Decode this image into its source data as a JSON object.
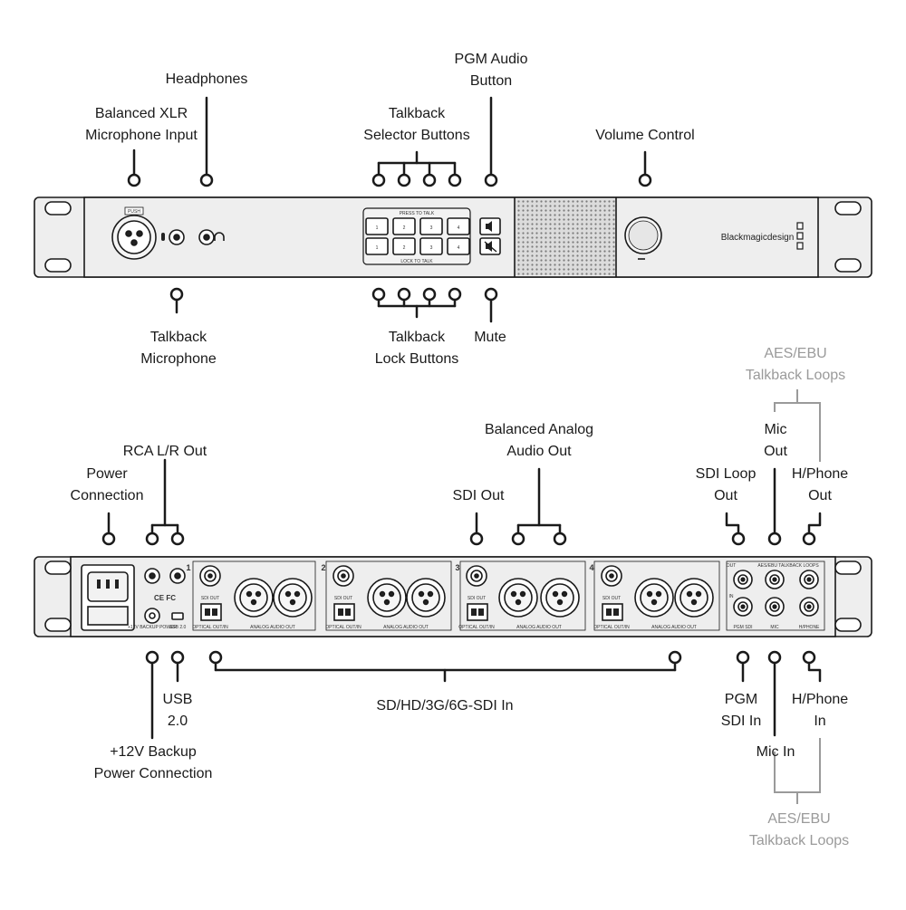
{
  "front_panel": {
    "labels": {
      "headphones": "Headphones",
      "balanced_xlr": "Balanced XLR\nMicrophone Input",
      "pgm_audio_button": "PGM Audio\nButton",
      "talkback_selector": "Talkback\nSelector Buttons",
      "volume_control": "Volume Control",
      "talkback_microphone": "Talkback\nMicrophone",
      "talkback_lock": "Talkback\nLock Buttons",
      "mute": "Mute"
    },
    "device": {
      "push_label": "PUSH",
      "press_to_talk": "PRESS TO TALK",
      "lock_to_talk": "LOCK TO TALK",
      "button_numbers": [
        "1",
        "2",
        "3",
        "4"
      ],
      "brand": "Blackmagicdesign"
    }
  },
  "rear_panel": {
    "labels": {
      "rca_lr_out": "RCA L/R Out",
      "power_connection": "Power\nConnection",
      "balanced_analog": "Balanced Analog\nAudio Out",
      "sdi_out": "SDI Out",
      "mic_out": "Mic\nOut",
      "sdi_loop_out": "SDI Loop\nOut",
      "hphone_out": "H/Phone\nOut",
      "aes_top": "AES/EBU\nTalkback Loops",
      "usb": "USB\n2.0",
      "sdi_in": "SD/HD/3G/6G-SDI In",
      "pgm_sdi_in": "PGM\nSDI In",
      "hphone_in": "H/Phone\nIn",
      "backup_power": "+12V Backup\nPower Connection",
      "mic_in": "Mic In",
      "aes_bottom": "AES/EBU\nTalkback Loops"
    },
    "device": {
      "channel_numbers": [
        "1",
        "2",
        "3",
        "4"
      ],
      "sdi_out_label": "SDI OUT",
      "optical_label": "OPTICAL OUT/IN",
      "analog_label": "ANALOG AUDIO OUT",
      "backup_label": "+12V BACKUP POWER",
      "usb_label": "USB 2.0",
      "ce_marks": "CE FC",
      "loop_header": "AES/EBU TALKBACK LOOPS",
      "pgm_sdi_label": "PGM SDI",
      "mic_label": "MIC",
      "hphone_label": "H/PHONE",
      "out_mark": "OUT",
      "in_mark": "IN"
    }
  }
}
